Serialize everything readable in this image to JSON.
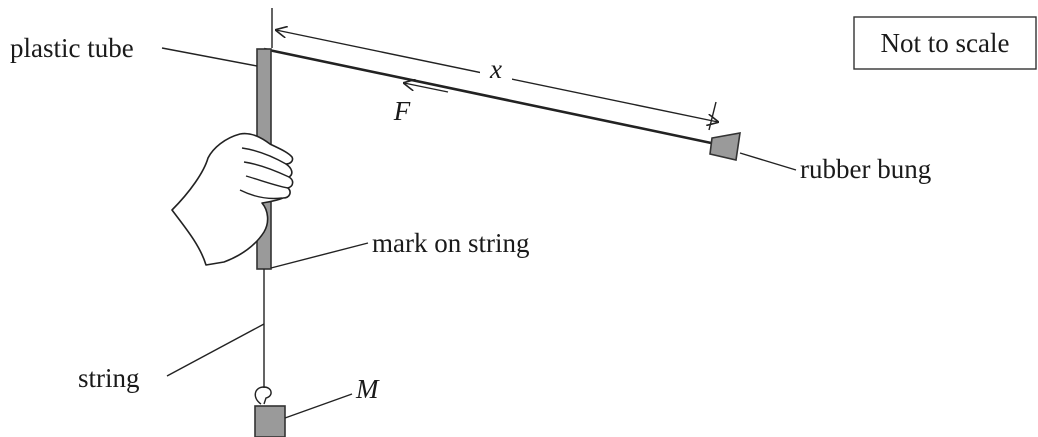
{
  "labels": {
    "plastic_tube": "plastic tube",
    "not_to_scale": "Not to scale",
    "x": "x",
    "F": "F",
    "rubber_bung": "rubber bung",
    "mark_on_string": "mark on string",
    "string": "string",
    "M": "M"
  },
  "colors": {
    "tube_fill": "#9a9a9a",
    "line": "#222222",
    "background": "#ffffff"
  }
}
